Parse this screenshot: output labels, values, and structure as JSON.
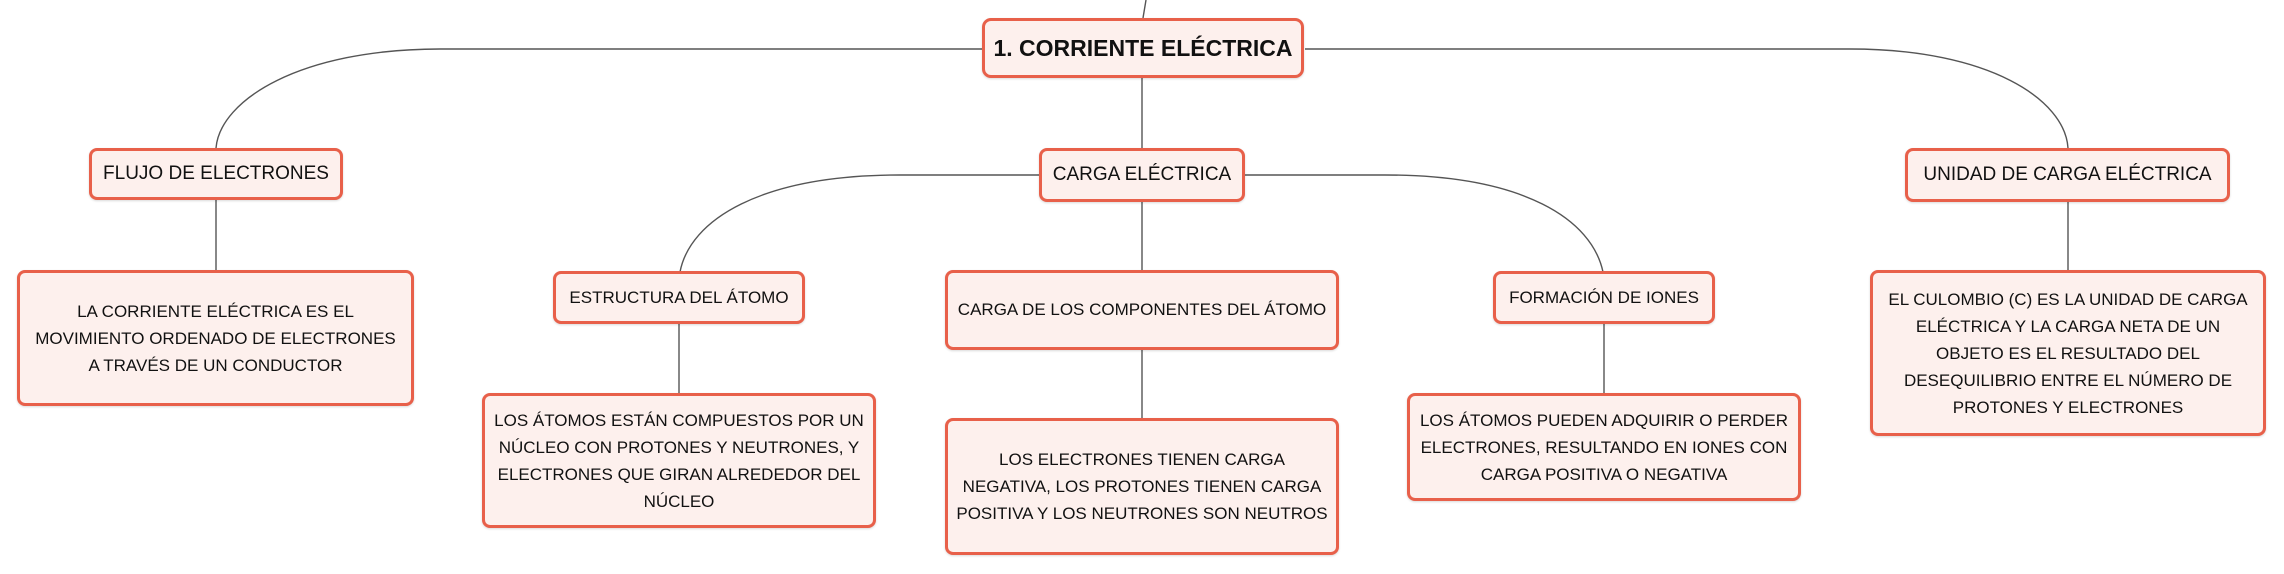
{
  "colors": {
    "node_border": "#e8604a",
    "node_fill": "#fdf0ed",
    "connector": "#555555",
    "text": "#111111"
  },
  "root": {
    "label": "1. CORRIENTE ELÉCTRICA"
  },
  "branches": {
    "flujo": {
      "label": "FLUJO DE ELECTRONES",
      "detail": "LA CORRIENTE ELÉCTRICA ES EL MOVIMIENTO ORDENADO DE ELECTRONES A TRAVÉS DE UN CONDUCTOR"
    },
    "carga": {
      "label": "CARGA ELÉCTRICA",
      "children": {
        "estructura": {
          "label": "ESTRUCTURA DEL ÁTOMO",
          "detail": "LOS ÁTOMOS ESTÁN COMPUESTOS POR UN NÚCLEO CON PROTONES Y NEUTRONES, Y ELECTRONES QUE GIRAN ALREDEDOR DEL NÚCLEO"
        },
        "componentes": {
          "label": "CARGA DE LOS COMPONENTES DEL ÁTOMO",
          "detail": "LOS ELECTRONES TIENEN CARGA NEGATIVA, LOS PROTONES TIENEN CARGA POSITIVA Y LOS NEUTRONES SON NEUTROS"
        },
        "iones": {
          "label": "FORMACIÓN DE IONES",
          "detail": "LOS ÁTOMOS PUEDEN ADQUIRIR O PERDER ELECTRONES, RESULTANDO EN IONES CON CARGA POSITIVA O NEGATIVA"
        }
      }
    },
    "unidad": {
      "label": "UNIDAD DE CARGA ELÉCTRICA",
      "detail": "EL CULOMBIO (C) ES LA UNIDAD DE CARGA ELÉCTRICA Y LA CARGA NETA DE UN OBJETO ES EL RESULTADO DEL DESEQUILIBRIO ENTRE EL NÚMERO DE PROTONES Y ELECTRONES"
    }
  }
}
